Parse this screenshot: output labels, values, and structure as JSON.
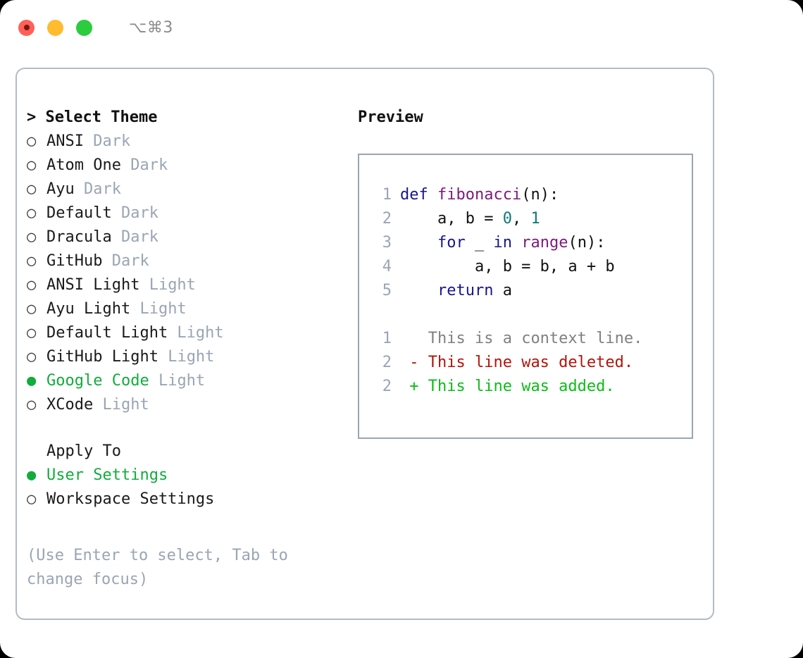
{
  "titlebar": {
    "shortcut": "⌥⌘3",
    "lights": [
      {
        "name": "close",
        "color": "#ff6058"
      },
      {
        "name": "minimize",
        "color": "#febc2e"
      },
      {
        "name": "maximize",
        "color": "#2bcc3e"
      }
    ]
  },
  "theme_list": {
    "caret": ">",
    "title": "Select Theme",
    "marker_unselected": "○",
    "marker_selected": "●",
    "items": [
      {
        "name": "ANSI",
        "category": "Dark",
        "selected": false
      },
      {
        "name": "Atom One",
        "category": "Dark",
        "selected": false
      },
      {
        "name": "Ayu",
        "category": "Dark",
        "selected": false
      },
      {
        "name": "Default",
        "category": "Dark",
        "selected": false
      },
      {
        "name": "Dracula",
        "category": "Dark",
        "selected": false
      },
      {
        "name": "GitHub",
        "category": "Dark",
        "selected": false
      },
      {
        "name": "ANSI Light",
        "category": "Light",
        "selected": false
      },
      {
        "name": "Ayu Light",
        "category": "Light",
        "selected": false
      },
      {
        "name": "Default Light",
        "category": "Light",
        "selected": false
      },
      {
        "name": "GitHub Light",
        "category": "Light",
        "selected": false
      },
      {
        "name": "Google Code",
        "category": "Light",
        "selected": true
      },
      {
        "name": "XCode",
        "category": "Light",
        "selected": false
      }
    ]
  },
  "apply_to": {
    "title": "Apply To",
    "items": [
      {
        "name": "User Settings",
        "selected": true
      },
      {
        "name": "Workspace Settings",
        "selected": false
      }
    ]
  },
  "hint": "(Use Enter to select, Tab to change focus)",
  "preview": {
    "title": "Preview",
    "code_lines": [
      {
        "n": "1",
        "tokens": [
          {
            "t": "def ",
            "c": "kw"
          },
          {
            "t": "fibonacci",
            "c": "fn"
          },
          {
            "t": "(n):",
            "c": "txt"
          }
        ]
      },
      {
        "n": "2",
        "tokens": [
          {
            "t": "    a, b = ",
            "c": "txt"
          },
          {
            "t": "0",
            "c": "num"
          },
          {
            "t": ", ",
            "c": "txt"
          },
          {
            "t": "1",
            "c": "num"
          }
        ]
      },
      {
        "n": "3",
        "tokens": [
          {
            "t": "    ",
            "c": "txt"
          },
          {
            "t": "for",
            "c": "kw"
          },
          {
            "t": " _ ",
            "c": "txt"
          },
          {
            "t": "in",
            "c": "kw"
          },
          {
            "t": " ",
            "c": "txt"
          },
          {
            "t": "range",
            "c": "fn"
          },
          {
            "t": "(n):",
            "c": "txt"
          }
        ]
      },
      {
        "n": "4",
        "tokens": [
          {
            "t": "        a, b = b, a + b",
            "c": "txt"
          }
        ]
      },
      {
        "n": "5",
        "tokens": [
          {
            "t": "    ",
            "c": "txt"
          },
          {
            "t": "return",
            "c": "kw"
          },
          {
            "t": " a",
            "c": "txt"
          }
        ]
      }
    ],
    "diff_lines": [
      {
        "n": "1",
        "marker": " ",
        "text": " This is a context line.",
        "kind": "ctx"
      },
      {
        "n": "2",
        "marker": "-",
        "text": " This line was deleted.",
        "kind": "del"
      },
      {
        "n": "2",
        "marker": "+",
        "text": " This line was added.",
        "kind": "add"
      }
    ]
  },
  "colors": {
    "accent_green": "#11ac3c",
    "muted": "#9aa5b4",
    "border": "#b2bcc8",
    "keyword": "#17178c",
    "function": "#7c1a7c",
    "number": "#0d7a7a",
    "diff_deleted": "#b3130a",
    "diff_added": "#0bbd16",
    "diff_context": "#808080"
  }
}
